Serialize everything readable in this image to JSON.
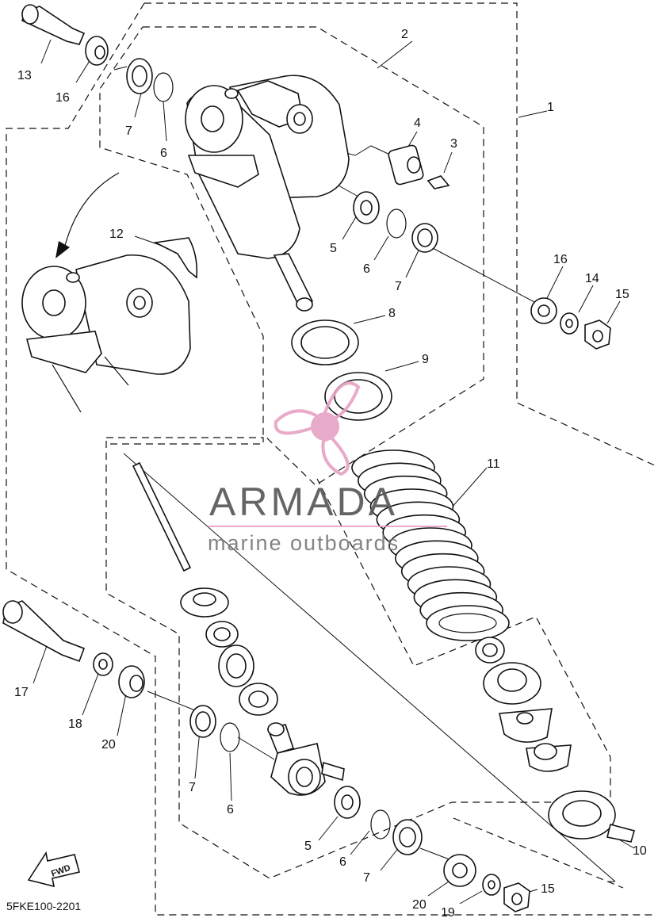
{
  "diagram": {
    "code": "5FKE100-2201",
    "fwd_label": "FWD",
    "watermark": {
      "title": "ARMADA",
      "subtitle": "marine outboards",
      "color": "#e6a1c4"
    },
    "callouts": {
      "c1": "1",
      "c2": "2",
      "c3": "3",
      "c4": "4",
      "c5a": "5",
      "c5b": "5",
      "c6a": "6",
      "c6b": "6",
      "c6c": "6",
      "c6d": "6",
      "c7a": "7",
      "c7b": "7",
      "c7c": "7",
      "c7d": "7",
      "c8": "8",
      "c9": "9",
      "c10": "10",
      "c11": "11",
      "c12": "12",
      "c13": "13",
      "c14": "14",
      "c15a": "15",
      "c15b": "15",
      "c16a": "16",
      "c16b": "16",
      "c17": "17",
      "c18": "18",
      "c19": "19",
      "c20a": "20",
      "c20b": "20"
    }
  }
}
